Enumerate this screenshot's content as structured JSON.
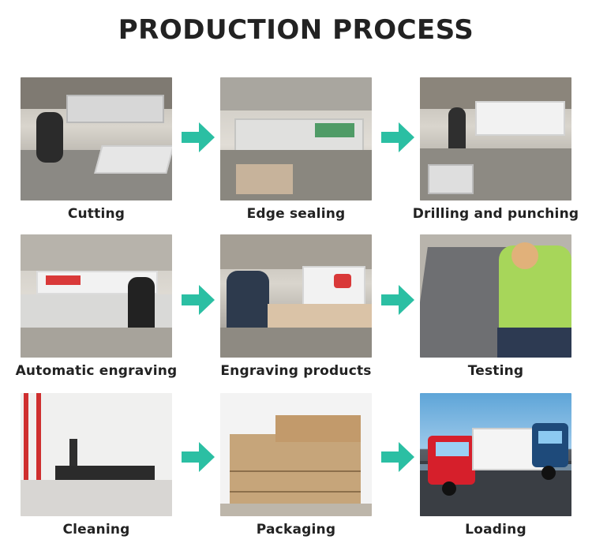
{
  "title": "PRODUCTION PROCESS",
  "steps": [
    {
      "label": "Cutting"
    },
    {
      "label": "Edge sealing"
    },
    {
      "label": "Drilling and punching"
    },
    {
      "label": "Automatic engraving"
    },
    {
      "label": "Engraving products"
    },
    {
      "label": "Testing"
    },
    {
      "label": "Cleaning"
    },
    {
      "label": "Packaging"
    },
    {
      "label": "Loading"
    }
  ],
  "colors": {
    "arrow": "#2bbfa3",
    "title": "#222222"
  },
  "icons": {
    "arrow": "right-arrow-icon"
  }
}
